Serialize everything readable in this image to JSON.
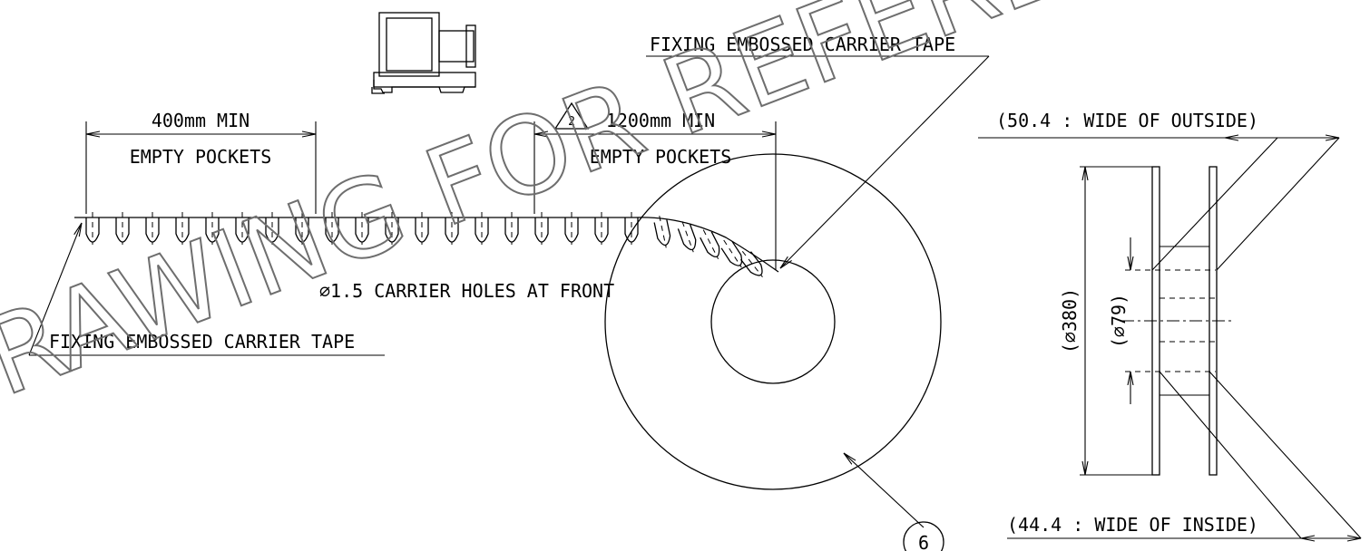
{
  "labels": {
    "min_400": "400mm MIN",
    "empty_pockets_left": "EMPTY POCKETS",
    "revision_mark": "2",
    "min_1200": "1200mm MIN",
    "empty_pockets_right": "EMPTY POCKETS",
    "fixing_tape_top": "FIXING EMBOSSED CARRIER TAPE",
    "fixing_tape_bottom": "FIXING EMBOSSED CARRIER TAPE",
    "carrier_holes": "∅1.5 CARRIER HOLES AT FRONT",
    "wide_outside": "(50.4 : WIDE OF OUTSIDE)",
    "wide_inside": "(44.4 : WIDE OF INSIDE)",
    "dia_380": "(∅380)",
    "dia_79": "(∅79)",
    "callout_6": "6",
    "watermark": "DRAWING FOR REFERENCE"
  }
}
